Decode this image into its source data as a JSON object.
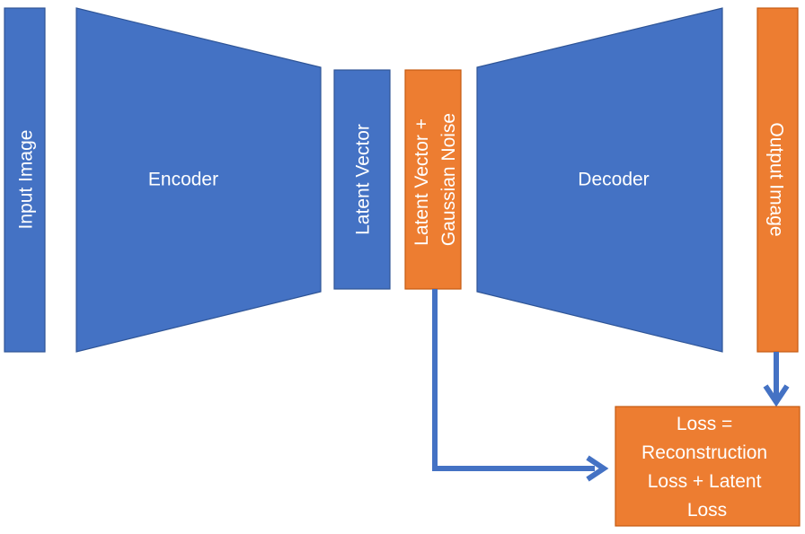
{
  "colors": {
    "blue": "#4472c4",
    "orange": "#ed7d31",
    "connector": "#4472c4",
    "text": "#ffffff"
  },
  "diagram": {
    "input_image": "Input Image",
    "encoder": "Encoder",
    "latent_vector": "Latent Vector",
    "noisy_latent": {
      "line1": "Latent Vector +",
      "line2": "Gaussian Noise"
    },
    "decoder": "Decoder",
    "output_image": "Output Image",
    "loss": {
      "line1": "Loss =",
      "line2": "Reconstruction",
      "line3": "Loss + Latent",
      "line4": "Loss"
    }
  }
}
